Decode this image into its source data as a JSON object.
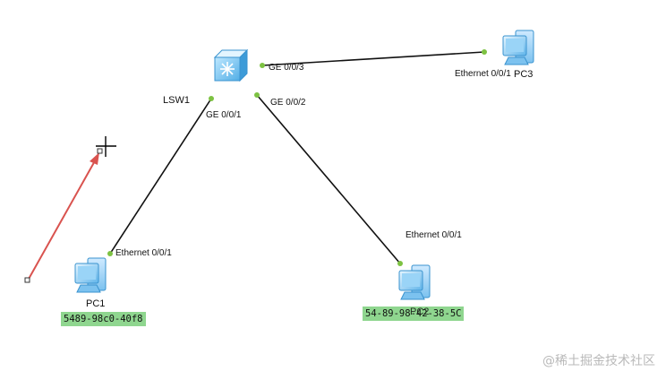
{
  "topology": {
    "switch": {
      "name": "LSW1"
    },
    "pcs": [
      {
        "name": "PC1",
        "mac": "5489-98c0-40f8"
      },
      {
        "name": "PC2",
        "mac": "54-89-98-42-38-5C"
      },
      {
        "name": "PC3",
        "mac": ""
      }
    ],
    "ports": {
      "sw_ge001": "GE 0/0/1",
      "sw_ge002": "GE 0/0/2",
      "sw_ge003": "GE 0/0/3",
      "pc1_eth": "Ethernet 0/0/1",
      "pc2_eth": "Ethernet 0/0/1",
      "pc3_eth": "Ethernet 0/0/1"
    }
  },
  "colors": {
    "link": "#111111",
    "port_dot": "#7dc242",
    "arrow": "#d9534f",
    "mac_bg": "#8fd68f"
  },
  "watermark": "@稀土掘金技术社区"
}
